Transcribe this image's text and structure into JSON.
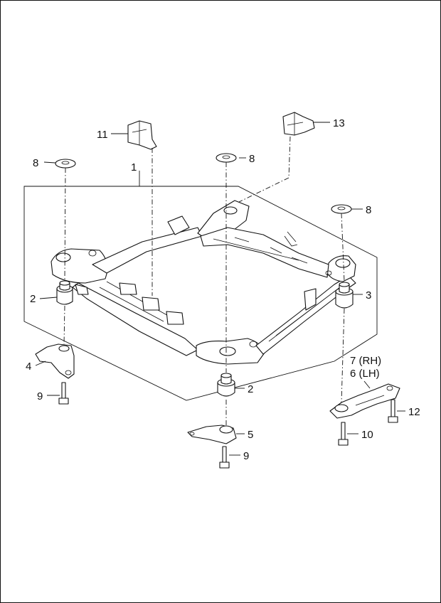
{
  "diagram": {
    "callouts": {
      "c1": "1",
      "c2a": "2",
      "c2b": "2",
      "c3": "3",
      "c4": "4",
      "c5": "5",
      "c6": "6 (LH)",
      "c7": "7 (RH)",
      "c8a": "8",
      "c8b": "8",
      "c8c": "8",
      "c9a": "9",
      "c9b": "9",
      "c10": "10",
      "c11": "11",
      "c12": "12",
      "c13": "13"
    }
  }
}
